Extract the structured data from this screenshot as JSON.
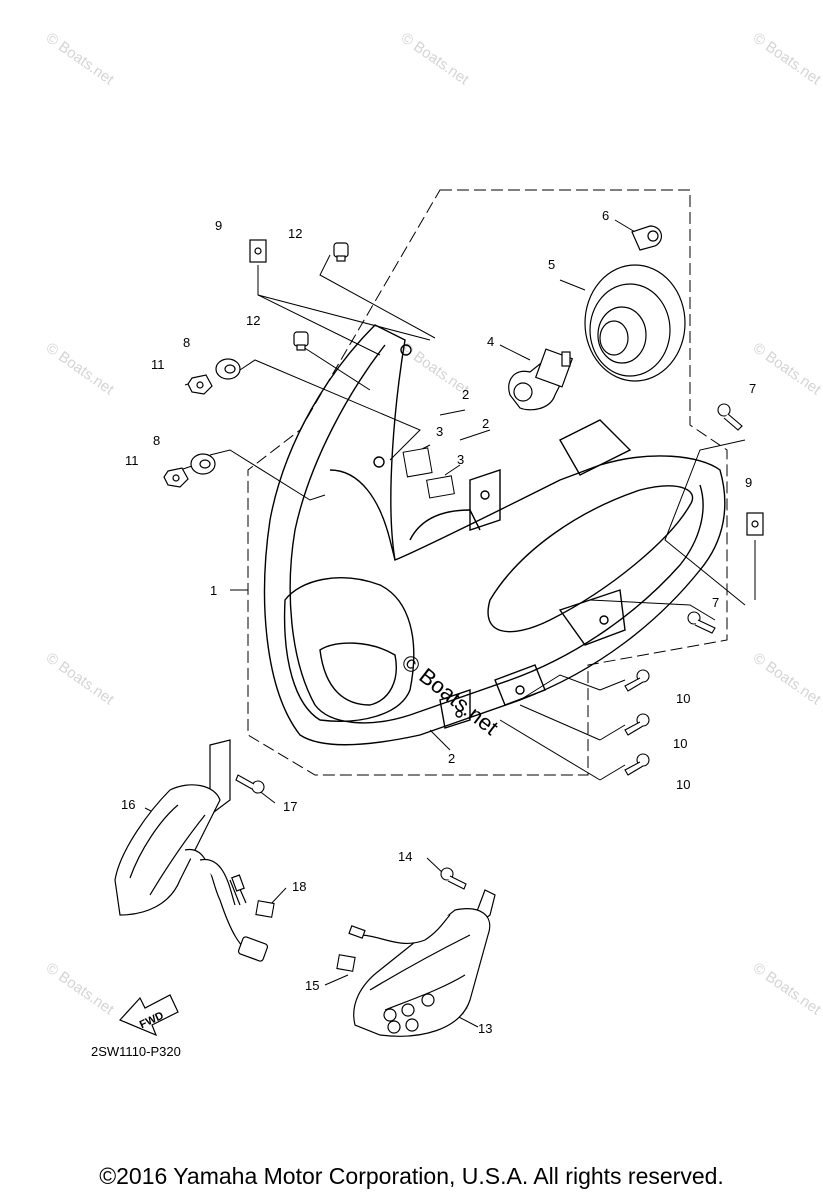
{
  "watermark_text": "© Boats.net",
  "center_watermark_text": "© Boats.net",
  "diagram_code": "2SW1110-P320",
  "fwd_label": "FWD",
  "copyright": "©2016 Yamaha Motor Corporation, U.S.A. All rights reserved.",
  "callouts": {
    "c1": "1",
    "c2a": "2",
    "c2b": "2",
    "c2c": "2",
    "c3a": "3",
    "c3b": "3",
    "c4": "4",
    "c5": "5",
    "c6": "6",
    "c7a": "7",
    "c7b": "7",
    "c8a": "8",
    "c8b": "8",
    "c9a": "9",
    "c9b": "9",
    "c10a": "10",
    "c10b": "10",
    "c10c": "10",
    "c11a": "11",
    "c11b": "11",
    "c12a": "12",
    "c12b": "12",
    "c13": "13",
    "c14": "14",
    "c15": "15",
    "c16": "16",
    "c17": "17",
    "c18": "18"
  }
}
